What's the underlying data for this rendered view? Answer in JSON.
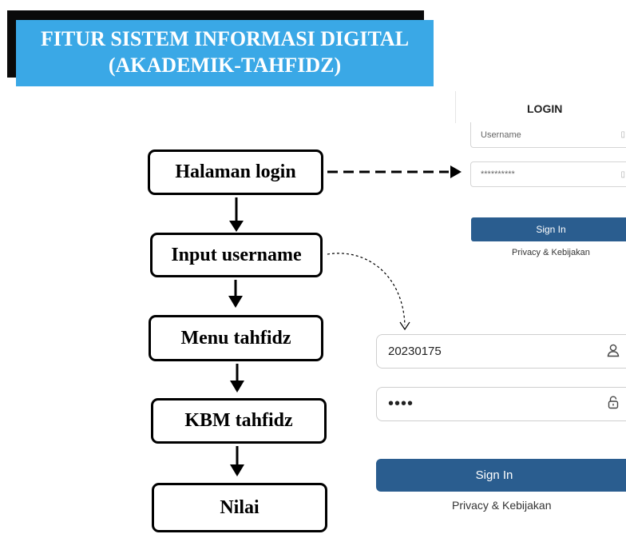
{
  "banner": {
    "line1": "FITUR SISTEM INFORMASI DIGITAL",
    "line2": "(AKADEMIK-TAHFIDZ)",
    "color": "#3aa8e6"
  },
  "flow": {
    "steps": [
      "Halaman login",
      "Input username",
      "Menu tahfidz",
      "KBM tahfidz",
      "Nilai"
    ]
  },
  "login_small": {
    "title": "LOGIN",
    "username_placeholder": "Username",
    "password_value": "**********",
    "field_icon": "▯",
    "signin_label": "Sign In",
    "privacy_label": "Privacy & Kebijakan"
  },
  "login_large": {
    "username_value": "20230175",
    "password_value": "••••",
    "user_icon": "user-icon",
    "lock_icon": "lock-icon",
    "signin_label": "Sign In",
    "privacy_label": "Privacy & Kebijakan",
    "button_color": "#2a5d8f"
  }
}
